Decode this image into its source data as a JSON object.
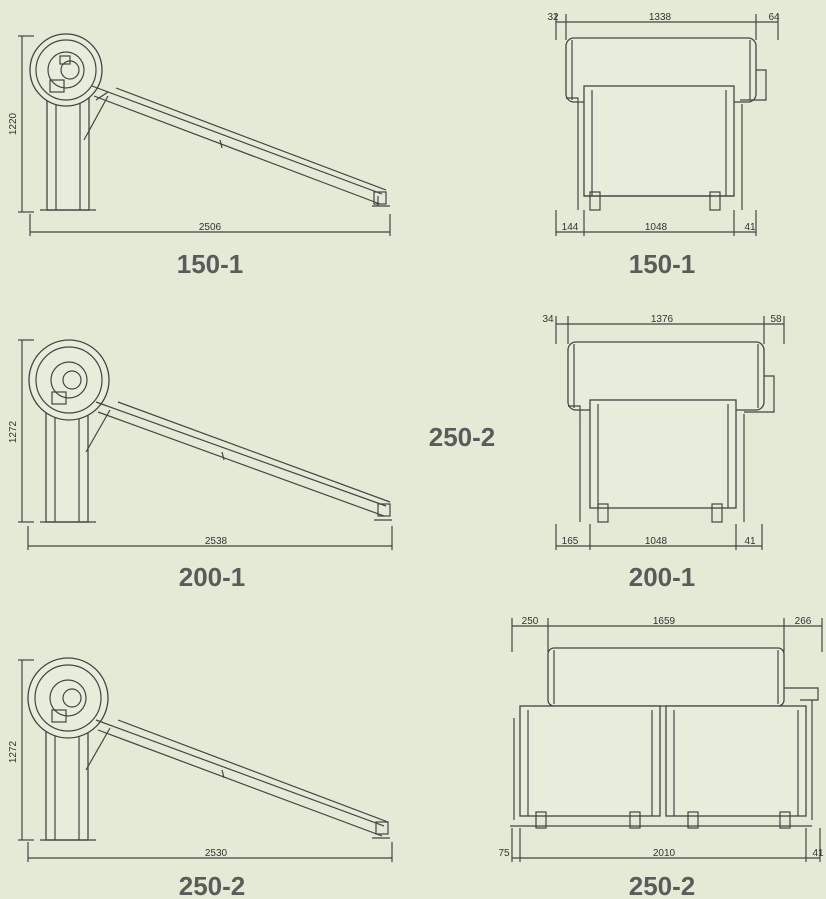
{
  "colors": {
    "background": "#e3ebd6",
    "line": "#444444",
    "caption": "#5b5b5b",
    "dimension_text": "#333333"
  },
  "side_views": [
    {
      "caption": "150-1",
      "height": "1220",
      "length": "2506"
    },
    {
      "caption": "200-1",
      "height": "1272",
      "length": "2538"
    },
    {
      "caption": "250-2",
      "height": "1272",
      "length": "2530"
    }
  ],
  "front_views": [
    {
      "caption": "150-1",
      "top_left": "32",
      "top_mid": "1338",
      "top_right": "64",
      "bot_left": "144",
      "bot_mid": "1048",
      "bot_right": "41"
    },
    {
      "caption": "200-1",
      "top_left": "34",
      "top_mid": "1376",
      "top_right": "58",
      "bot_left": "165",
      "bot_mid": "1048",
      "bot_right": "41"
    },
    {
      "caption": "250-2",
      "top_left": "250",
      "top_mid": "1659",
      "top_right": "266",
      "bot_left": "75",
      "bot_mid": "2010",
      "bot_right": "41"
    }
  ],
  "middle_label": "250-2"
}
